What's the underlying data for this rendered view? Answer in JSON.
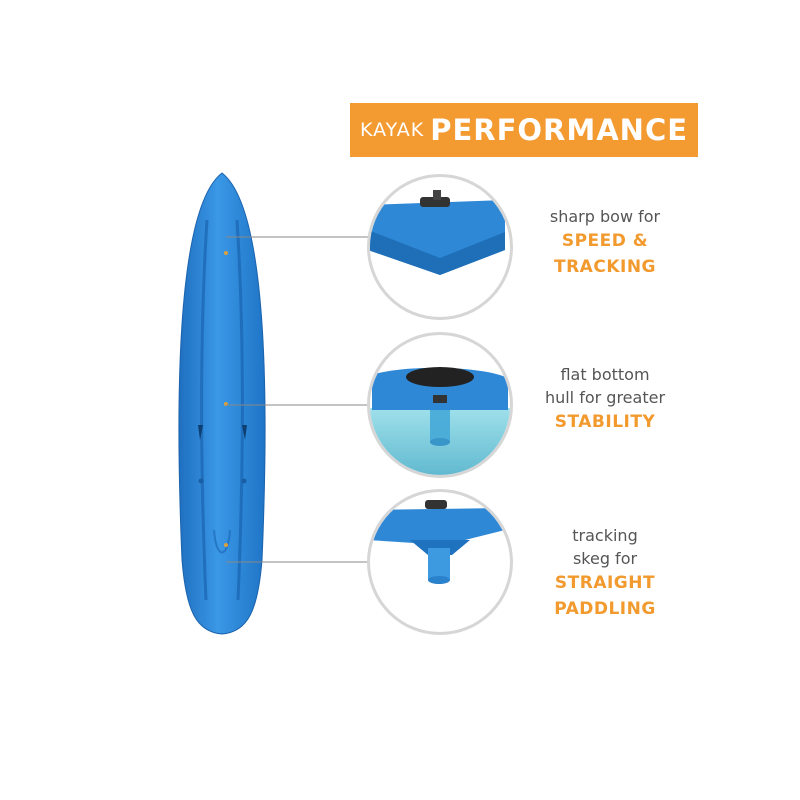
{
  "banner": {
    "prefix": "KAYAK",
    "title": "PERFORMANCE"
  },
  "features": [
    {
      "line1": "sharp bow for",
      "line2": "",
      "highlight1": "SPEED &",
      "highlight2": "TRACKING"
    },
    {
      "line1": "flat bottom",
      "line2": "hull for greater",
      "highlight1": "STABILITY",
      "highlight2": ""
    },
    {
      "line1": "tracking",
      "line2": "skeg for",
      "highlight1": "STRAIGHT",
      "highlight2": "PADDLING"
    }
  ],
  "colors": {
    "accent": "#f39a31",
    "kayak": "#2f8fdc",
    "water": "#7fd0e0"
  }
}
